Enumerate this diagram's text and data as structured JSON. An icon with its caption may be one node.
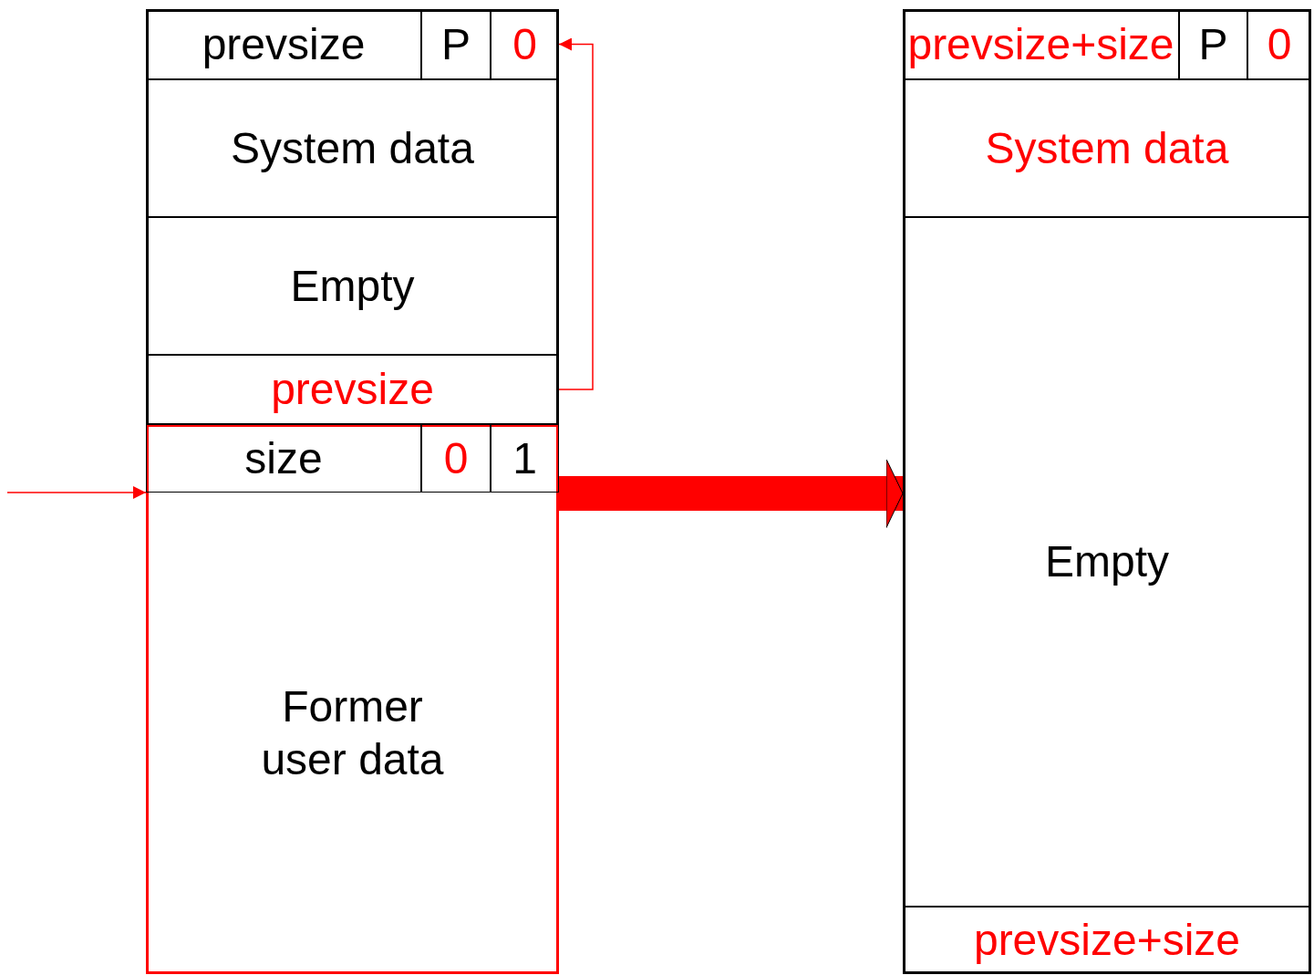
{
  "diagram": {
    "nodes": [
      {
        "text": [],
        "shape": "box"
      },
      {
        "text": [
          "prevsize"
        ],
        "in": 0
      },
      {
        "text": [
          "P"
        ],
        "in": 0
      },
      {
        "text": [
          "0"
        ],
        "in": 0
      },
      {
        "text": [
          "System data"
        ],
        "in": 0
      },
      {
        "text": [
          "Empty"
        ],
        "in": 0
      },
      {
        "text": [
          "prevsize"
        ],
        "in": 0
      },
      {
        "text": [],
        "shape": "box",
        "in": 0
      },
      {
        "text": [
          "size"
        ],
        "in": 7
      },
      {
        "text": [
          "0"
        ],
        "in": 7
      },
      {
        "text": [
          "1"
        ],
        "in": 7
      },
      {
        "text": [
          "Former user data"
        ],
        "in": 7
      },
      {
        "text": [],
        "shape": "box"
      },
      {
        "text": [
          "prevsize+size"
        ],
        "in": 12
      },
      {
        "text": [
          "P"
        ],
        "in": 12
      },
      {
        "text": [
          "0"
        ],
        "in": 12
      },
      {
        "text": [
          "System data"
        ],
        "in": 12
      },
      {
        "text": [
          "Empty"
        ],
        "in": 12
      },
      {
        "text": [
          "prevsize+size"
        ],
        "in": 12
      }
    ],
    "edges": [
      {
        "from": 6,
        "to": 3,
        "arrow": "to"
      },
      {
        "from": null,
        "to": 7,
        "arrow": "to"
      },
      {
        "from": 0,
        "to": 12,
        "arrow": "to",
        "style": "thick"
      }
    ]
  }
}
